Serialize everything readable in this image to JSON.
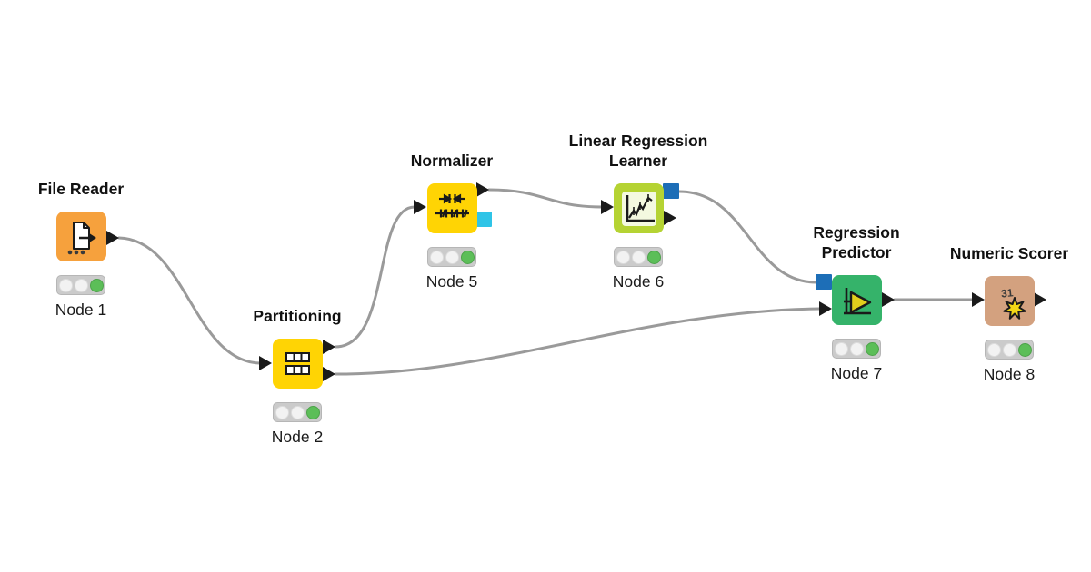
{
  "diagram": {
    "background": "#ffffff",
    "wire_color": "#9a9a9a"
  },
  "palette": {
    "port_black": "#1a1a1a",
    "model_port_blue": "#1d6eb7",
    "normalizer_model_port_cyan": "#2fc4e7",
    "traffic_green": "#5cbe58",
    "traffic_off": "#f2f2f2"
  },
  "nodes": [
    {
      "id": "node-1",
      "title": "File Reader",
      "label": "Node 1",
      "color": "#f6a13d",
      "icon": "file-reader-icon",
      "status": "executed"
    },
    {
      "id": "node-2",
      "title": "Partitioning",
      "label": "Node 2",
      "color": "#ffd404",
      "icon": "partitioning-icon",
      "status": "executed"
    },
    {
      "id": "node-5",
      "title": "Normalizer",
      "label": "Node 5",
      "color": "#ffd404",
      "icon": "normalizer-icon",
      "status": "executed"
    },
    {
      "id": "node-6",
      "title": "Linear Regression\nLearner",
      "label": "Node 6",
      "color": "#b5d333",
      "icon": "regression-learner-icon",
      "status": "executed"
    },
    {
      "id": "node-7",
      "title": "Regression\nPredictor",
      "label": "Node 7",
      "color": "#35b36a",
      "icon": "regression-predictor-icon",
      "status": "executed"
    },
    {
      "id": "node-8",
      "title": "Numeric Scorer",
      "label": "Node 8",
      "color": "#d3a17f",
      "icon": "numeric-scorer-icon",
      "status": "executed"
    }
  ],
  "scorer_icon_text": "31",
  "connections": [
    {
      "from": "Node 1",
      "from_port": "data-out",
      "to": "Node 2",
      "to_port": "data-in"
    },
    {
      "from": "Node 2",
      "from_port": "data-out-top",
      "to": "Node 5",
      "to_port": "data-in"
    },
    {
      "from": "Node 2",
      "from_port": "data-out-bottom",
      "to": "Node 7",
      "to_port": "data-in"
    },
    {
      "from": "Node 5",
      "from_port": "data-out",
      "to": "Node 6",
      "to_port": "data-in"
    },
    {
      "from": "Node 6",
      "from_port": "model-out",
      "to": "Node 7",
      "to_port": "model-in"
    },
    {
      "from": "Node 7",
      "from_port": "data-out",
      "to": "Node 8",
      "to_port": "data-in"
    }
  ]
}
